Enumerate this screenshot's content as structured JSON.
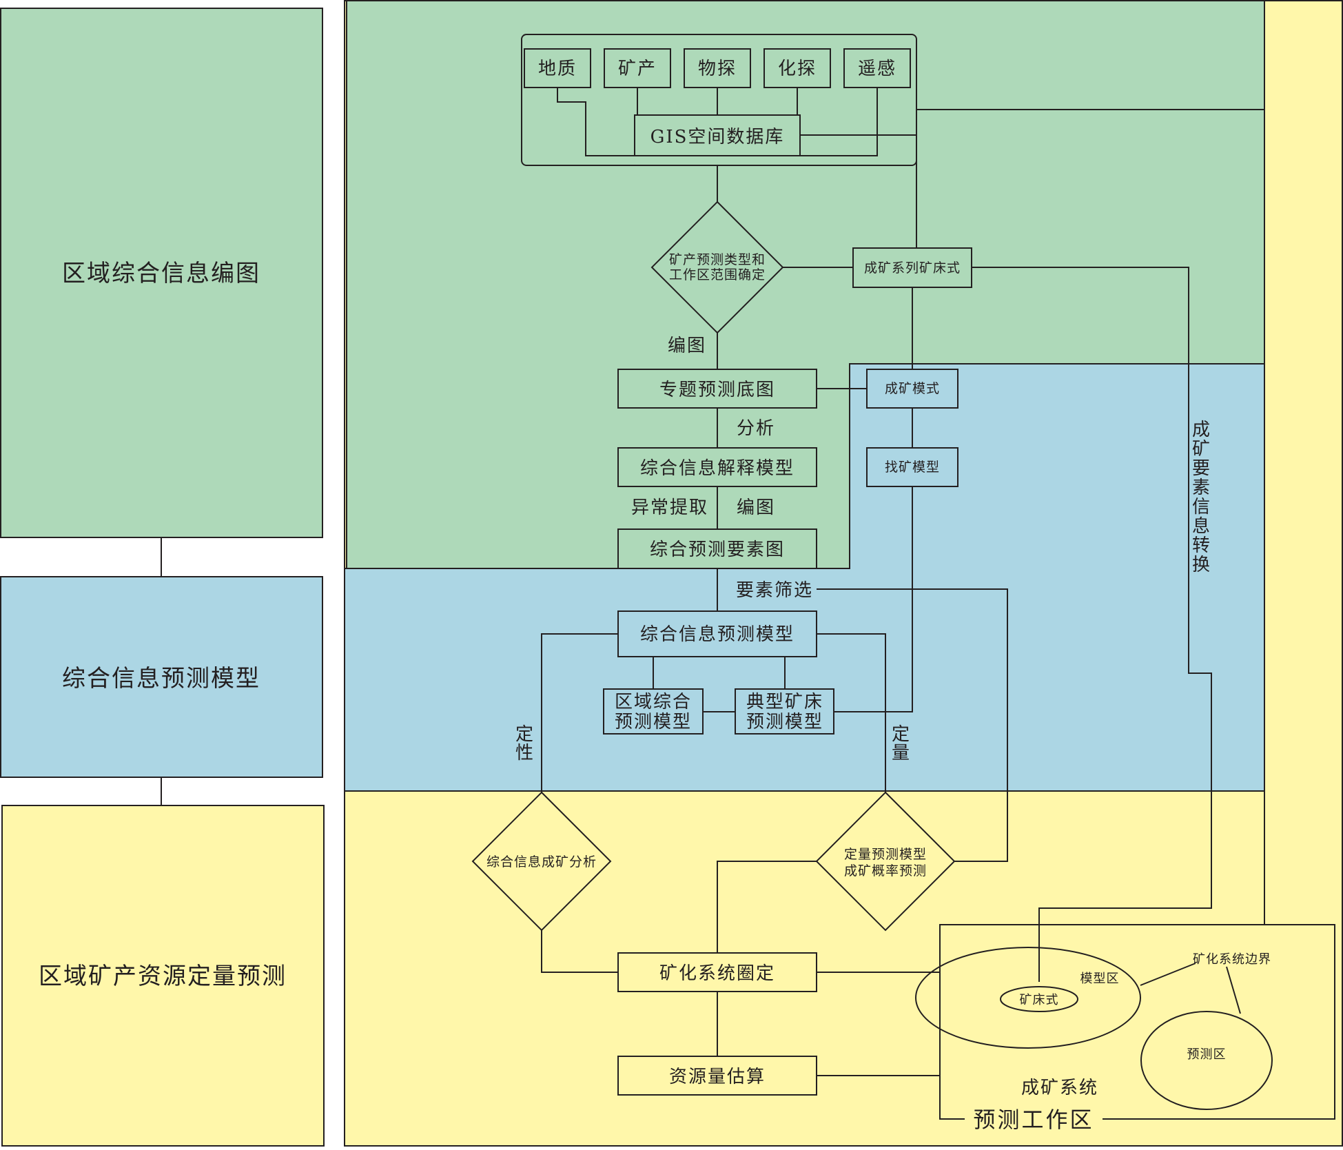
{
  "colors": {
    "green": "#aed9b9",
    "blue": "#acd6e4",
    "yellow": "#fff7aa",
    "line": "#231f20"
  },
  "left_panels": {
    "compile": "区域综合信息编图",
    "model": "综合信息预测模型",
    "predict": "区域矿产资源定量预测"
  },
  "sources": [
    "地质",
    "矿产",
    "物探",
    "化探",
    "遥感"
  ],
  "nodes": {
    "gis": "GIS空间数据库",
    "decision1_line1": "矿产预测类型和",
    "decision1_line2": "工作区范围确定",
    "metallogenic_series": "成矿系列矿床式",
    "thematic_base": "专题预测底图",
    "metallogenic_model": "成矿模式",
    "interpret_model": "综合信息解释模型",
    "prospecting_model": "找矿模型",
    "element_map": "综合预测要素图",
    "predict_model": "综合信息预测模型",
    "regional_line1": "区域综合",
    "regional_line2": "预测模型",
    "typical_line1": "典型矿床",
    "typical_line2": "预测模型",
    "decision_left": "综合信息成矿分析",
    "decision_right_line1": "定量预测模型",
    "decision_right_line2": "成矿概率预测",
    "delineate": "矿化系统圈定",
    "estimate": "资源量估算"
  },
  "labels": {
    "compile1": "编图",
    "analyze": "分析",
    "extract": "异常提取",
    "compile2": "编图",
    "screen": "要素筛选",
    "qualitative": [
      "定",
      "性"
    ],
    "quantitative": [
      "定",
      "量"
    ],
    "conversion": [
      "成",
      "矿",
      "要",
      "素",
      "信",
      "息",
      "转",
      "换"
    ]
  },
  "inset": {
    "model_area": "模型区",
    "deposit_type": "矿床式",
    "boundary": "矿化系统边界",
    "predict_area": "预测区",
    "system": "成矿系统",
    "work_area": "预测工作区"
  }
}
